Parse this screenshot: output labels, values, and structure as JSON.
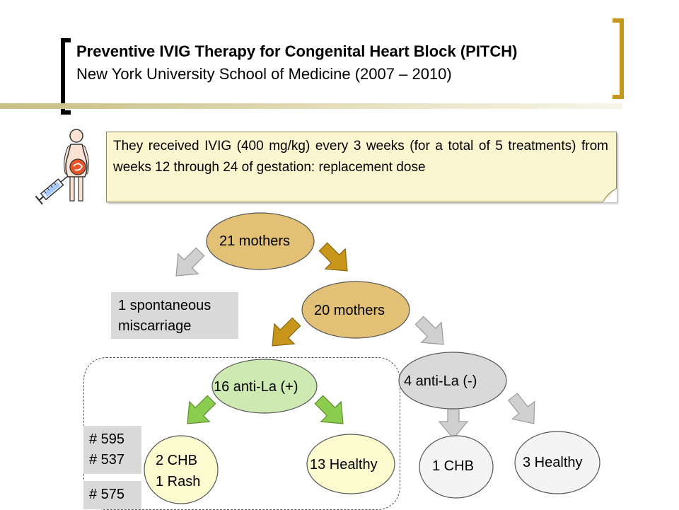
{
  "header": {
    "title": "Preventive IVIG Therapy for Congenital Heart Block (PITCH)",
    "subtitle": "New York University School of Medicine (2007 – 2010)"
  },
  "note": {
    "text": "They received IVIG (400 mg/kg) every 3 weeks (for a total of 5 treatments) from weeks 12 through 24 of gestation: replacement dose"
  },
  "nodes": {
    "mothers_21": "21 mothers",
    "mothers_20": "20 mothers",
    "anti_la_pos": "16 anti-La (+)",
    "anti_la_neg": "4 anti-La (-)",
    "chb_2": "2 CHB",
    "rash_1": "1 Rash",
    "healthy_13": "13 Healthy",
    "chb_1": "1 CHB",
    "healthy_3": "3 Healthy"
  },
  "miscarriage": {
    "line1": "1 spontaneous",
    "line2": "miscarriage"
  },
  "case_ids": {
    "id1": "# 595",
    "id2": "# 537",
    "id3": "# 575"
  },
  "colors": {
    "gold_node": "#e2c177",
    "gold_arrow": "#c8961a",
    "green_node": "#cfe9b3",
    "green_arrow": "#8ccc4f",
    "yellow_node": "#fbfbcf",
    "grey_node": "#d9d9d9",
    "white_node": "#f4f4f4",
    "grey_arrow": "#d0d0d0",
    "bracket_gold": "#c5971f"
  }
}
